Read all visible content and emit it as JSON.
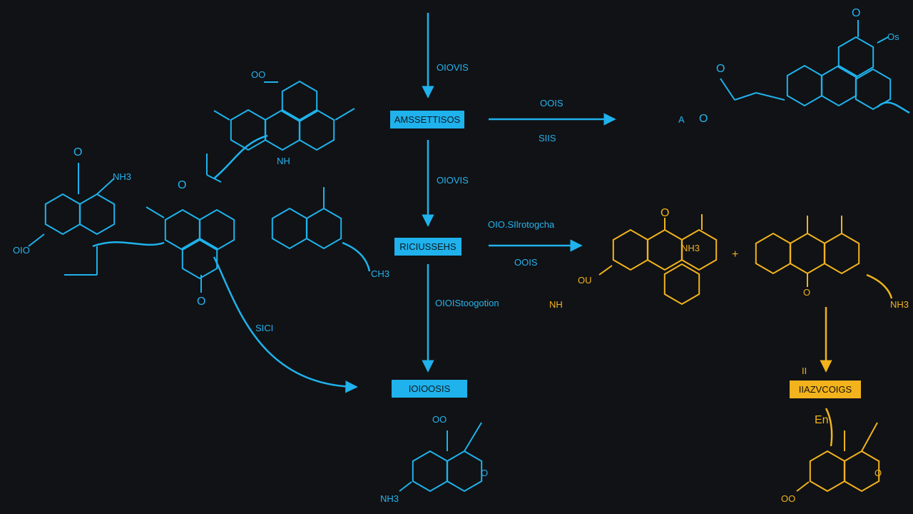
{
  "colors": {
    "background": "#101215",
    "blue": "#1fb2ec",
    "yellow": "#f2b31d"
  },
  "boxes": {
    "top": "AMSSETTISOS",
    "middle": "RICIUSSEHS",
    "bottom": "IOIOOSIS",
    "right": "IIAZVCOIGS"
  },
  "labels": {
    "top_arrow": "OIOVIS",
    "arrow_right_top_above": "OOIS",
    "arrow_right_top_below": "SIIS",
    "mid_arrow": "OIOVIS",
    "arrow_right_mid_above": "OIO.SIlrotogcha",
    "arrow_right_mid_below": "OOIS",
    "lower_arrow": "OIOIStoogotion",
    "curve_arrow": "SICI",
    "left_mol_nh": "NH3",
    "left_mol_oh": "OIO",
    "left_mol_o_top": "O",
    "left_mol_o_bottom": "O",
    "left_mol_o_center": "O",
    "top_mol_oo": "OO",
    "top_mol_nh": "NH",
    "small_mol_ch": "CH3",
    "tr_mol_o": "O",
    "tr_mol_os": "Os",
    "tr_mol_o2": "O",
    "tr_mol_o3": "O",
    "tr_mol_a": "A",
    "yl_mol_o": "O",
    "yl_mol_ou": "OU",
    "yl_mol_nh": "NH",
    "yl_mol_nh3": "NH3",
    "yr_mol_o": "O",
    "yr_mol_nh": "NH3",
    "plus": "+",
    "bb_mol_oo": "OO",
    "bb_mol_nh": "NH3",
    "bb_mol_o": "O",
    "yb_mol_en": "En",
    "yb_mol_oo": "OO",
    "yb_mol_o": "O",
    "yellow_arrow": "II"
  }
}
